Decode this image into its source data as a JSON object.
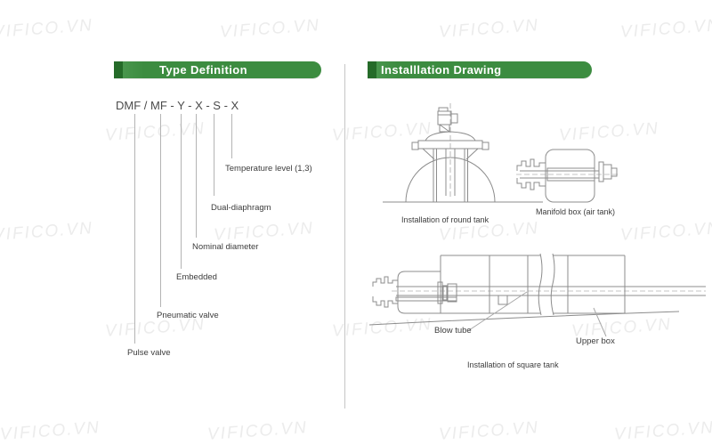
{
  "watermark": {
    "text": "VIFICO.VN",
    "color": "#ececec"
  },
  "left_section": {
    "header_label": "Type Definition",
    "code": "DMF / MF - Y - X - S - X",
    "labels": [
      "Temperature level (1,3)",
      "Dual-diaphragm",
      "Nominal diameter",
      "Embedded",
      "Pneumatic valve",
      "Pulse valve"
    ]
  },
  "right_section": {
    "header_label": "Installlation Drawing",
    "drawings": {
      "round_tank_caption": "Installation of round tank",
      "manifold_caption": "Manifold box (air tank)",
      "square_tank_caption": "Installation of square tank",
      "blow_tube_label": "Blow tube",
      "upper_box_label": "Upper box"
    }
  },
  "colors": {
    "header_green": "#3c8c40",
    "header_green_dark": "#256b29",
    "drawing_line": "#8c8c8c",
    "connector_line": "#b4b4b4",
    "text": "#3c3c3c"
  }
}
